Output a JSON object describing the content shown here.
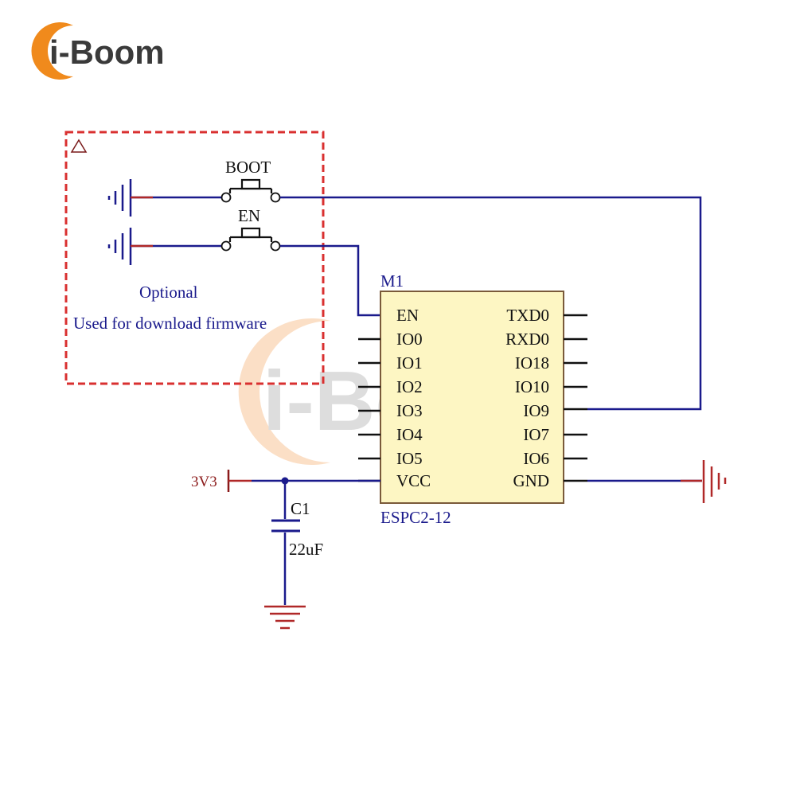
{
  "logo": {
    "text": "i-Boom",
    "colors": {
      "arc": "#f08a1c",
      "text": "#3a3a3a"
    }
  },
  "watermark": {
    "text": "i-Boom"
  },
  "optional_box": {
    "note_line1": "Optional",
    "note_line2": "Used for download firmware",
    "border_color": "#d93030"
  },
  "switches": {
    "boot": "BOOT",
    "en": "EN"
  },
  "module": {
    "designator": "M1",
    "part": "ESPC2-12",
    "fill_color": "#fdf6c3",
    "left_pins": [
      "EN",
      "IO0",
      "IO1",
      "IO2",
      "IO3",
      "IO4",
      "IO5",
      "VCC"
    ],
    "right_pins": [
      "TXD0",
      "RXD0",
      "IO18",
      "IO10",
      "IO9",
      "IO7",
      "IO6",
      "GND"
    ]
  },
  "power": {
    "net": "3V3"
  },
  "capacitor": {
    "designator": "C1",
    "value": "22uF"
  },
  "colors": {
    "wire": "#1a1a8c",
    "red_wire": "#b02828"
  }
}
